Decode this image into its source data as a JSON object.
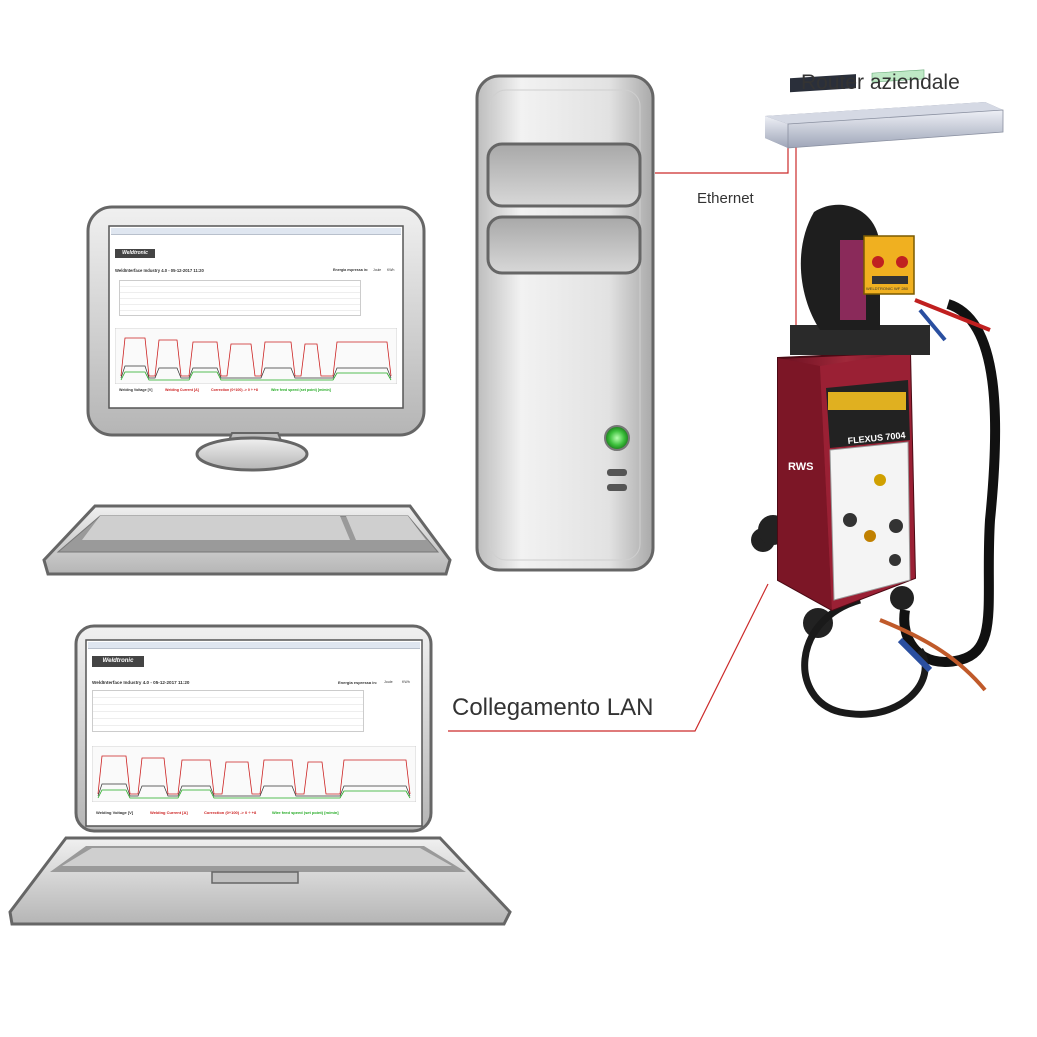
{
  "labels": {
    "router": "Router aziendale",
    "ethernet": "Ethernet",
    "lan": "Collegamento LAN"
  },
  "software": {
    "logo": "Weldtronic",
    "title_desktop": "WeldInterface Industry 4.0 - 05-12-2017 11:20",
    "title_laptop": "WeldInterface Industry 4.0 - 05-12-2017 11:20",
    "energy_label": "Energia espressa in:",
    "energy_units": [
      "Joule",
      "KWh"
    ],
    "legend": [
      {
        "label": "Welding Voltage [V]",
        "color": "#333333"
      },
      {
        "label": "Welding Current [A]",
        "color": "#cc2222"
      },
      {
        "label": "Correction (0÷100) -> 0 ÷ +8",
        "color": "#cc2222"
      },
      {
        "label": "Wire feed speed (set point) [m/min]",
        "color": "#22aa22"
      }
    ]
  },
  "machine": {
    "model": "FLEXUS 7004",
    "brand": "RWS",
    "feeder": "WELDTRONIC WF 280"
  },
  "colors": {
    "line": "#cc2b2b",
    "device_stroke": "#666666",
    "device_fill": "#d9d9d9",
    "power_led": "#3cc03c",
    "machine_red": "#8c1c2c"
  }
}
